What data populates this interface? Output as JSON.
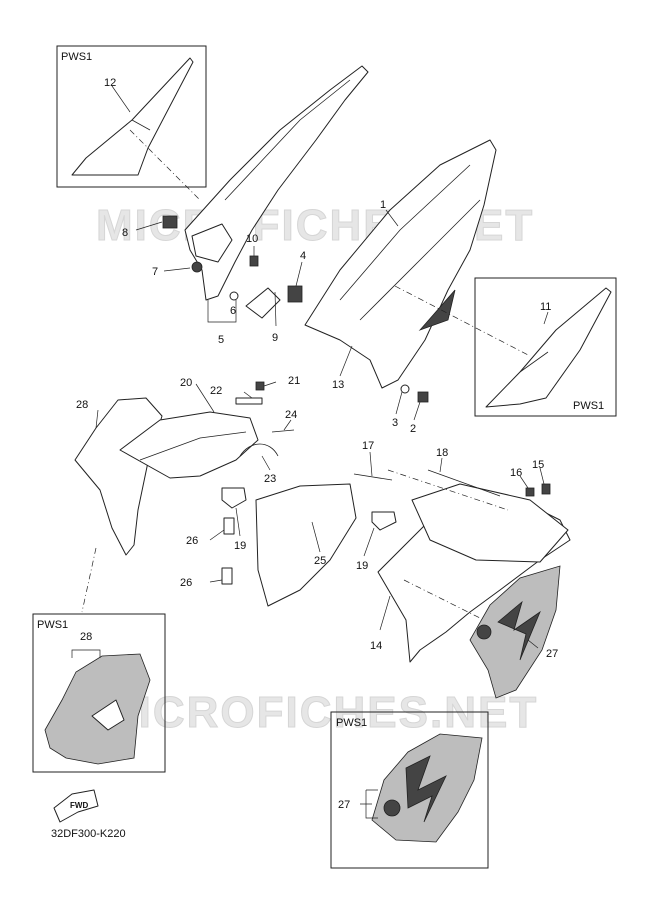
{
  "diagram": {
    "watermark": "MICROFICHES.NET",
    "code": "32DF300-K220",
    "fwd_label": "FWD",
    "boxes": {
      "box_12": "PWS1",
      "box_11": "PWS1",
      "box_28": "PWS1",
      "box_27": "PWS1"
    },
    "callouts": {
      "c1": "1",
      "c2": "2",
      "c3": "3",
      "c4": "4",
      "c5": "5",
      "c6": "6",
      "c7": "7",
      "c8": "8",
      "c9": "9",
      "c10": "10",
      "c11": "11",
      "c12": "12",
      "c13": "13",
      "c14": "14",
      "c15": "15",
      "c16": "16",
      "c17": "17",
      "c18": "18",
      "c19a": "19",
      "c19b": "19",
      "c20": "20",
      "c21": "21",
      "c22": "22",
      "c23": "23",
      "c24": "24",
      "c25": "25",
      "c26a": "26",
      "c26b": "26",
      "c27": "27",
      "c27b": "27",
      "c28": "28",
      "c28b": "28"
    }
  }
}
